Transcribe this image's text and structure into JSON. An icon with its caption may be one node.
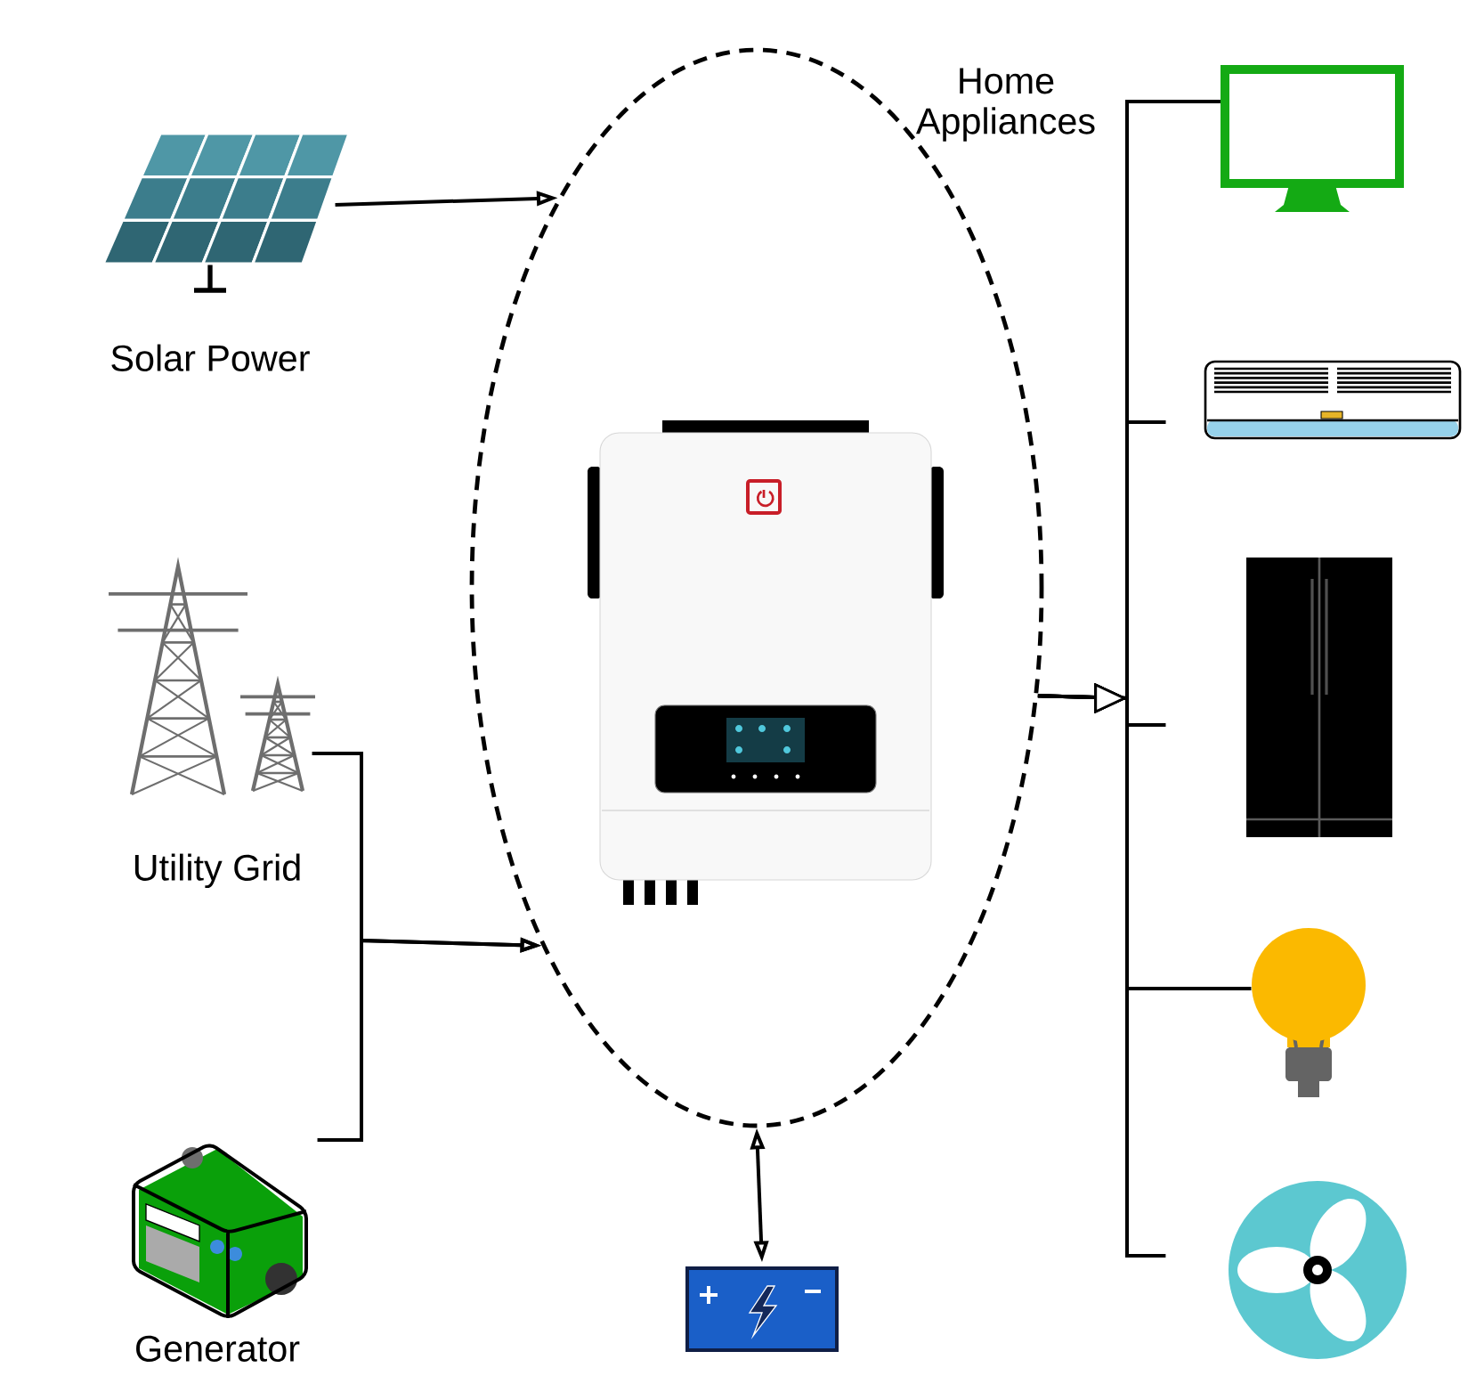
{
  "diagram": {
    "nodes": [
      {
        "text": [
          "Solar Power"
        ]
      },
      {
        "text": [
          "Utility Grid"
        ]
      },
      {
        "text": [
          "Generator"
        ]
      },
      {
        "text": [],
        "shape": "ellipse"
      },
      {
        "text": [],
        "shape": "picture",
        "in": 3
      },
      {
        "text": [],
        "shape": "picture"
      },
      {
        "text": [],
        "shape": "box"
      },
      {
        "text": [],
        "shape": "picture"
      },
      {
        "text": [],
        "shape": "picture"
      },
      {
        "text": [],
        "shape": "circle"
      },
      {
        "text": [],
        "shape": "picture"
      }
    ],
    "edges": [
      {
        "from": 0,
        "to": 3,
        "arrow": "to"
      },
      {
        "from": 1,
        "to": 3,
        "arrow": "to"
      },
      {
        "from": 2,
        "to": 3,
        "arrow": "to"
      },
      {
        "from": 3,
        "to": 5,
        "arrow": "both"
      },
      {
        "from": 3,
        "to": 6,
        "arrow": "to"
      },
      {
        "from": 3,
        "to": 7,
        "arrow": "to"
      },
      {
        "from": 3,
        "to": 8,
        "arrow": "to"
      },
      {
        "from": 3,
        "to": 9,
        "arrow": "to"
      },
      {
        "from": 3,
        "to": 10,
        "arrow": "to"
      }
    ],
    "labels": [
      "Home Appliances"
    ]
  }
}
